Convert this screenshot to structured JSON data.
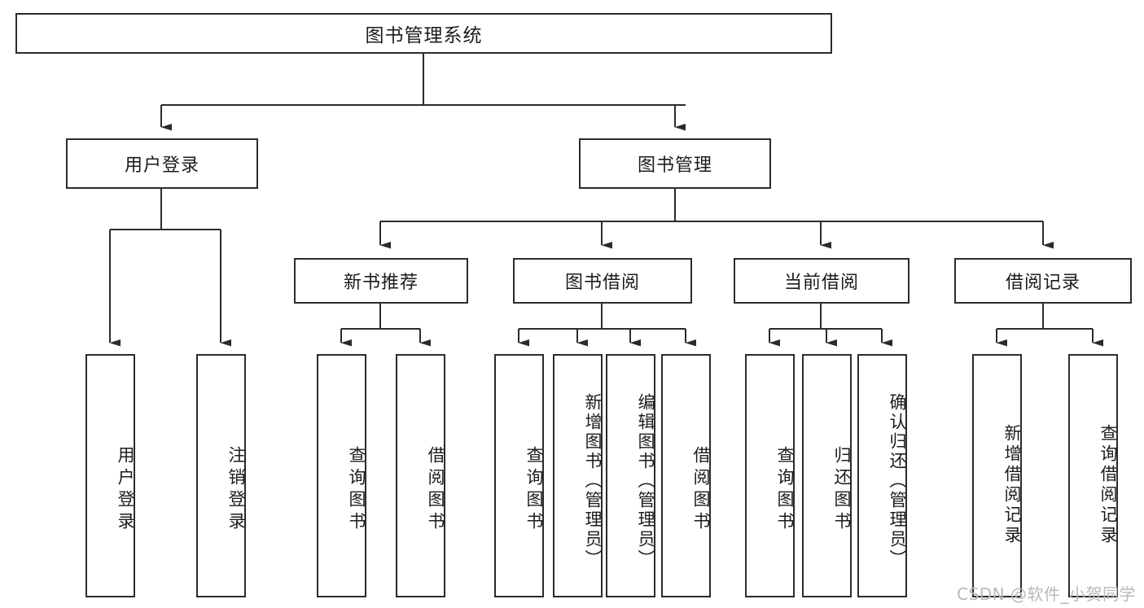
{
  "diagram": {
    "title_node": {
      "label": "图书管理系统"
    },
    "level1": [
      {
        "id": "user-login",
        "label": "用户登录"
      },
      {
        "id": "book-management",
        "label": "图书管理"
      }
    ],
    "level2": [
      {
        "id": "new-book-recommend",
        "label": "新书推荐"
      },
      {
        "id": "book-borrow",
        "label": "图书借阅"
      },
      {
        "id": "current-borrow",
        "label": "当前借阅"
      },
      {
        "id": "borrow-record",
        "label": "借阅记录"
      }
    ],
    "leaves": [
      {
        "id": "leaf-user-login",
        "label": "用户登录",
        "parent": "user-login"
      },
      {
        "id": "leaf-logout-login",
        "label": "注销登录",
        "parent": "user-login"
      },
      {
        "id": "leaf-query-book-1",
        "label": "查询图书",
        "parent": "new-book-recommend"
      },
      {
        "id": "leaf-borrow-book-1",
        "label": "借阅图书",
        "parent": "new-book-recommend"
      },
      {
        "id": "leaf-query-book-2",
        "label": "查询图书",
        "parent": "book-borrow"
      },
      {
        "id": "leaf-add-book",
        "label": "新增图书（管理员）",
        "parent": "book-borrow"
      },
      {
        "id": "leaf-edit-book",
        "label": "编辑图书（管理员）",
        "parent": "book-borrow"
      },
      {
        "id": "leaf-borrow-book-2",
        "label": "借阅图书",
        "parent": "book-borrow"
      },
      {
        "id": "leaf-query-book-3",
        "label": "查询图书",
        "parent": "current-borrow"
      },
      {
        "id": "leaf-return-book",
        "label": "归还图书",
        "parent": "current-borrow"
      },
      {
        "id": "leaf-confirm-return",
        "label": "确认归还（管理员）",
        "parent": "current-borrow"
      },
      {
        "id": "leaf-add-record",
        "label": "新增借阅记录",
        "parent": "borrow-record"
      },
      {
        "id": "leaf-query-record",
        "label": "查询借阅记录",
        "parent": "borrow-record"
      }
    ],
    "watermark": "CSDN @软件_小贺同学",
    "colors": {
      "stroke": "#2b2b2b",
      "background": "#ffffff",
      "text": "#1c1c1c",
      "watermark": "#b8b8b8"
    }
  }
}
